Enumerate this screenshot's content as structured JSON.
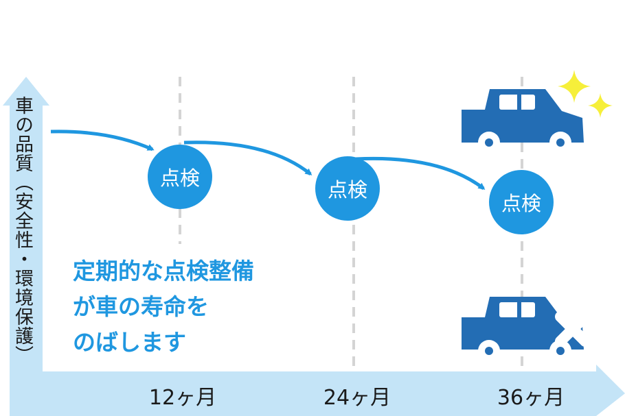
{
  "axis": {
    "y_label": "車の品質（安全性・環境保護）",
    "x_ticks": [
      "12ヶ月",
      "24ヶ月",
      "36ヶ月"
    ]
  },
  "inspection_label": "点検",
  "message_lines": [
    "定期的な点検整備",
    "が車の寿命を",
    "のばします"
  ],
  "colors": {
    "axis": "#c4e4f7",
    "accent": "#1f97e0",
    "car": "#236db4",
    "sparkle": "#f6ef3a",
    "dash": "#d4d4d4"
  },
  "icons": [
    "good-car-icon",
    "sparkle-icon",
    "damaged-car-icon",
    "cross-icon"
  ]
}
